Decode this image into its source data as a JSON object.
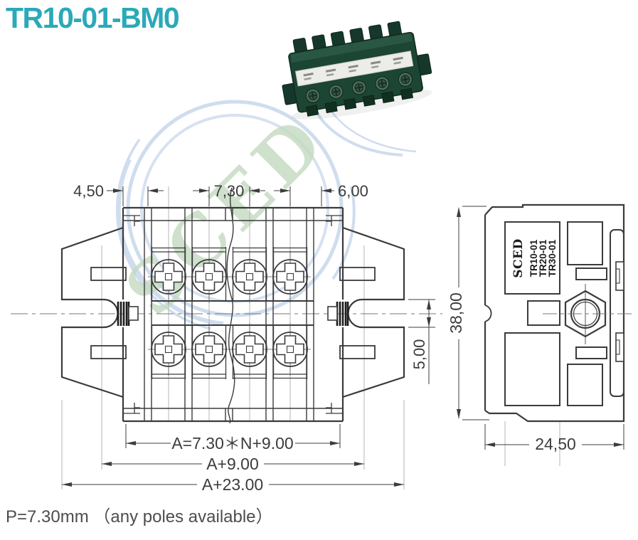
{
  "title": "TR10-01-BM0",
  "footer_note": "P=7.30mm （any poles available）",
  "watermark_text": "SCED",
  "front_view": {
    "dim_margin_left": "4,50",
    "dim_pitch": "7,30",
    "dim_margin_right": "6,00",
    "dim_slot_height": "5,00",
    "dim_body_width": "A=7.30＊N+9.00",
    "dim_mount_width": "A+9.00",
    "dim_total_width": "A+23.00"
  },
  "side_view": {
    "dim_height": "38,00",
    "dim_depth": "24,50",
    "label_brand": "SCED",
    "label_models": [
      "TR10-01",
      "TR20-01",
      "TR30-01"
    ]
  }
}
